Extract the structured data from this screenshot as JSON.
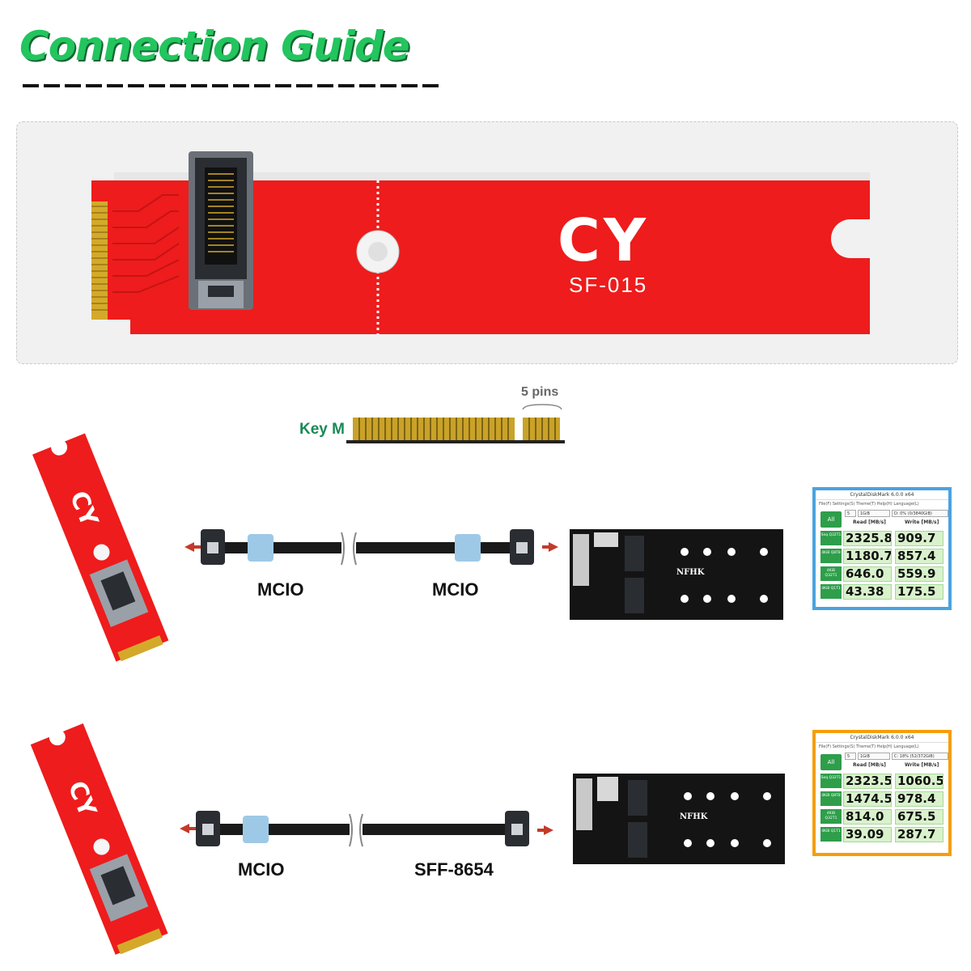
{
  "title": "Connection Guide",
  "board": {
    "logo": "CY",
    "model": "SF-015"
  },
  "key_diagram": {
    "key_label": "Key M",
    "pins_label": "5 pins"
  },
  "setups": [
    {
      "cable_left": "MCIO",
      "cable_right": "MCIO",
      "adapter_brand": "NFHK",
      "benchmark": {
        "window_title": "CrystalDiskMark 6.0.0 x64",
        "menu": "File(F)  Settings(S)  Theme(T)  Help(H)  Language(L)",
        "runs": "5",
        "size": "1GiB",
        "drive": "D: 0% (0/3840GiB)",
        "all_button": "All",
        "read_header": "Read [MB/s]",
        "write_header": "Write [MB/s]",
        "rows": [
          {
            "test": "Seq Q32T1",
            "read": "2325.8",
            "write": "909.7"
          },
          {
            "test": "4KiB Q8T8",
            "read": "1180.7",
            "write": "857.4"
          },
          {
            "test": "4KiB Q32T1",
            "read": "646.0",
            "write": "559.9"
          },
          {
            "test": "4KiB Q1T1",
            "read": "43.38",
            "write": "175.5"
          }
        ]
      }
    },
    {
      "cable_left": "MCIO",
      "cable_right": "SFF-8654",
      "adapter_brand": "NFHK",
      "benchmark": {
        "window_title": "CrystalDiskMark 6.0.0 x64",
        "menu": "File(F)  Settings(S)  Theme(T)  Help(H)  Language(L)",
        "runs": "5",
        "size": "1GiB",
        "drive": "C: 18% (52/372GiB)",
        "all_button": "All",
        "read_header": "Read [MB/s]",
        "write_header": "Write [MB/s]",
        "rows": [
          {
            "test": "Seq Q32T1",
            "read": "2323.5",
            "write": "1060.5"
          },
          {
            "test": "4KiB Q8T8",
            "read": "1474.5",
            "write": "978.4"
          },
          {
            "test": "4KiB Q32T1",
            "read": "814.0",
            "write": "675.5"
          },
          {
            "test": "4KiB Q1T1",
            "read": "39.09",
            "write": "287.7"
          }
        ]
      }
    }
  ],
  "colors": {
    "board_red": "#ee1c1c",
    "title_green": "#22c55e",
    "gold": "#c9a227"
  }
}
